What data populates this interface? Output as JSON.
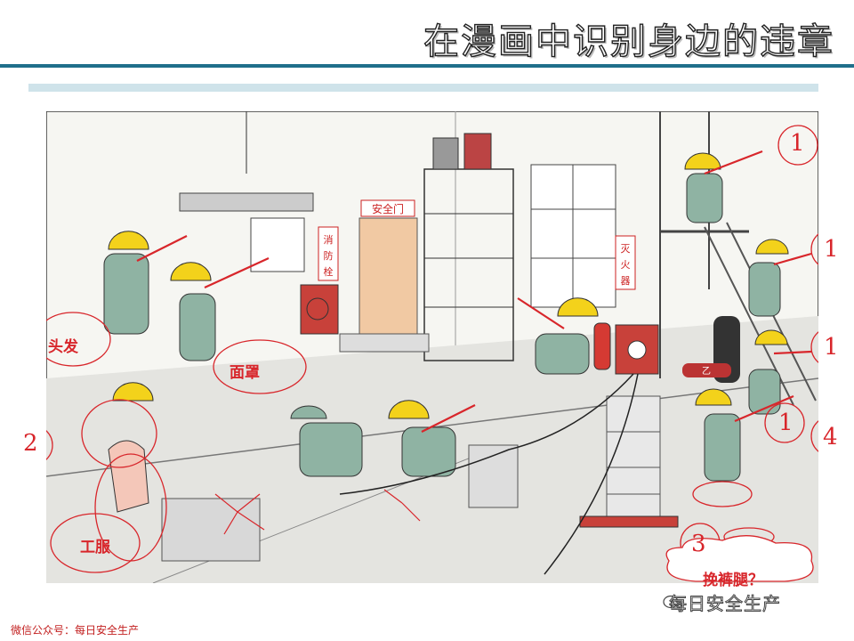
{
  "page": {
    "title": "在漫画中识别身边的违章"
  },
  "cartoon": {
    "sign_safety_door": "安全门",
    "sign_hydrant": "消防栓",
    "sign_extinguisher": "灭火器",
    "cylinder_label": "乙"
  },
  "annotations": {
    "hair": "头发",
    "mask": "面罩",
    "clothes": "工服",
    "roll_up_pants": "挽裤腿？"
  },
  "markers": {
    "right_1a": "1",
    "right_1b": "1",
    "right_1c": "1",
    "right_1d": "1",
    "right_4": "4",
    "left_2": "2",
    "bottom_3": "3"
  },
  "footer": {
    "left_text": "微信公众号：每日安全生产",
    "watermark": "每日安全生产"
  },
  "colors": {
    "accent_red": "#d8262b",
    "rule_dark": "#1f6f8b",
    "rule_light": "#cfe3ea",
    "helmet": "#f3d21b",
    "uniform": "#8fb3a3"
  }
}
